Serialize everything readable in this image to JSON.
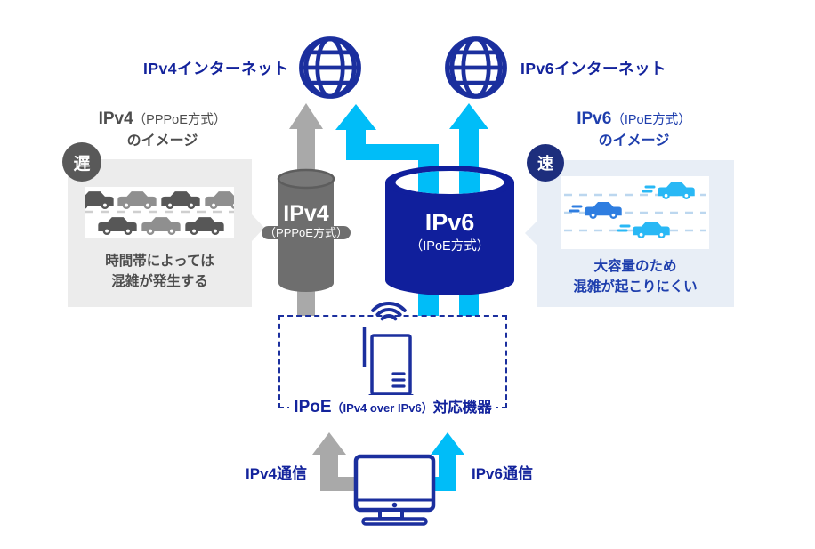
{
  "top": {
    "ipv4_internet": "IPv4インターネット",
    "ipv6_internet": "IPv6インターネット"
  },
  "ipv4_panel": {
    "badge": "遅",
    "title_name": "IPv4",
    "title_method": "（PPPoE方式）",
    "title_line2": "のイメージ",
    "caption_line1": "時間帯によっては",
    "caption_line2": "混雑が発生する"
  },
  "ipv6_panel": {
    "badge": "速",
    "title_name": "IPv6",
    "title_method": "（IPoE方式）",
    "title_line2": "のイメージ",
    "caption_line1": "大容量のため",
    "caption_line2": "混雑が起こりにくい"
  },
  "ipv4_pipe": {
    "name": "IPv4",
    "method": "（PPPoE方式）"
  },
  "ipv6_pipe": {
    "name": "IPv6",
    "method": "（IPoE方式）"
  },
  "device_box": {
    "label_main": "IPoE",
    "label_paren": "（IPv4 over IPv6）",
    "label_suffix": "対応機器"
  },
  "bottom": {
    "ipv4_traffic": "IPv4通信",
    "ipv6_traffic": "IPv6通信"
  },
  "icons": {
    "globe": "globe-icon",
    "router": "wifi-router-icon",
    "monitor": "desktop-monitor-icon",
    "traffic_jam": "traffic-jam-illustration",
    "smooth_traffic": "smooth-traffic-illustration"
  },
  "colors": {
    "navy_text": "#13239c",
    "navy_fill": "#101f9c",
    "icon_navy": "#1b2f9e",
    "cyan": "#00bdf8",
    "gray_arrow": "#a9a9a9",
    "gray_pipe": "#6e6e6e",
    "dark_gray_text": "#4d4d4d",
    "badge_gray": "#595959",
    "badge_navy": "#1d2e7d",
    "panel_gray_bg": "#ececec",
    "panel_blue_bg": "#e8eef6",
    "blue_text": "#1e3ead",
    "car_blue": "#2e7de0",
    "car_cyan": "#29b8f5"
  }
}
